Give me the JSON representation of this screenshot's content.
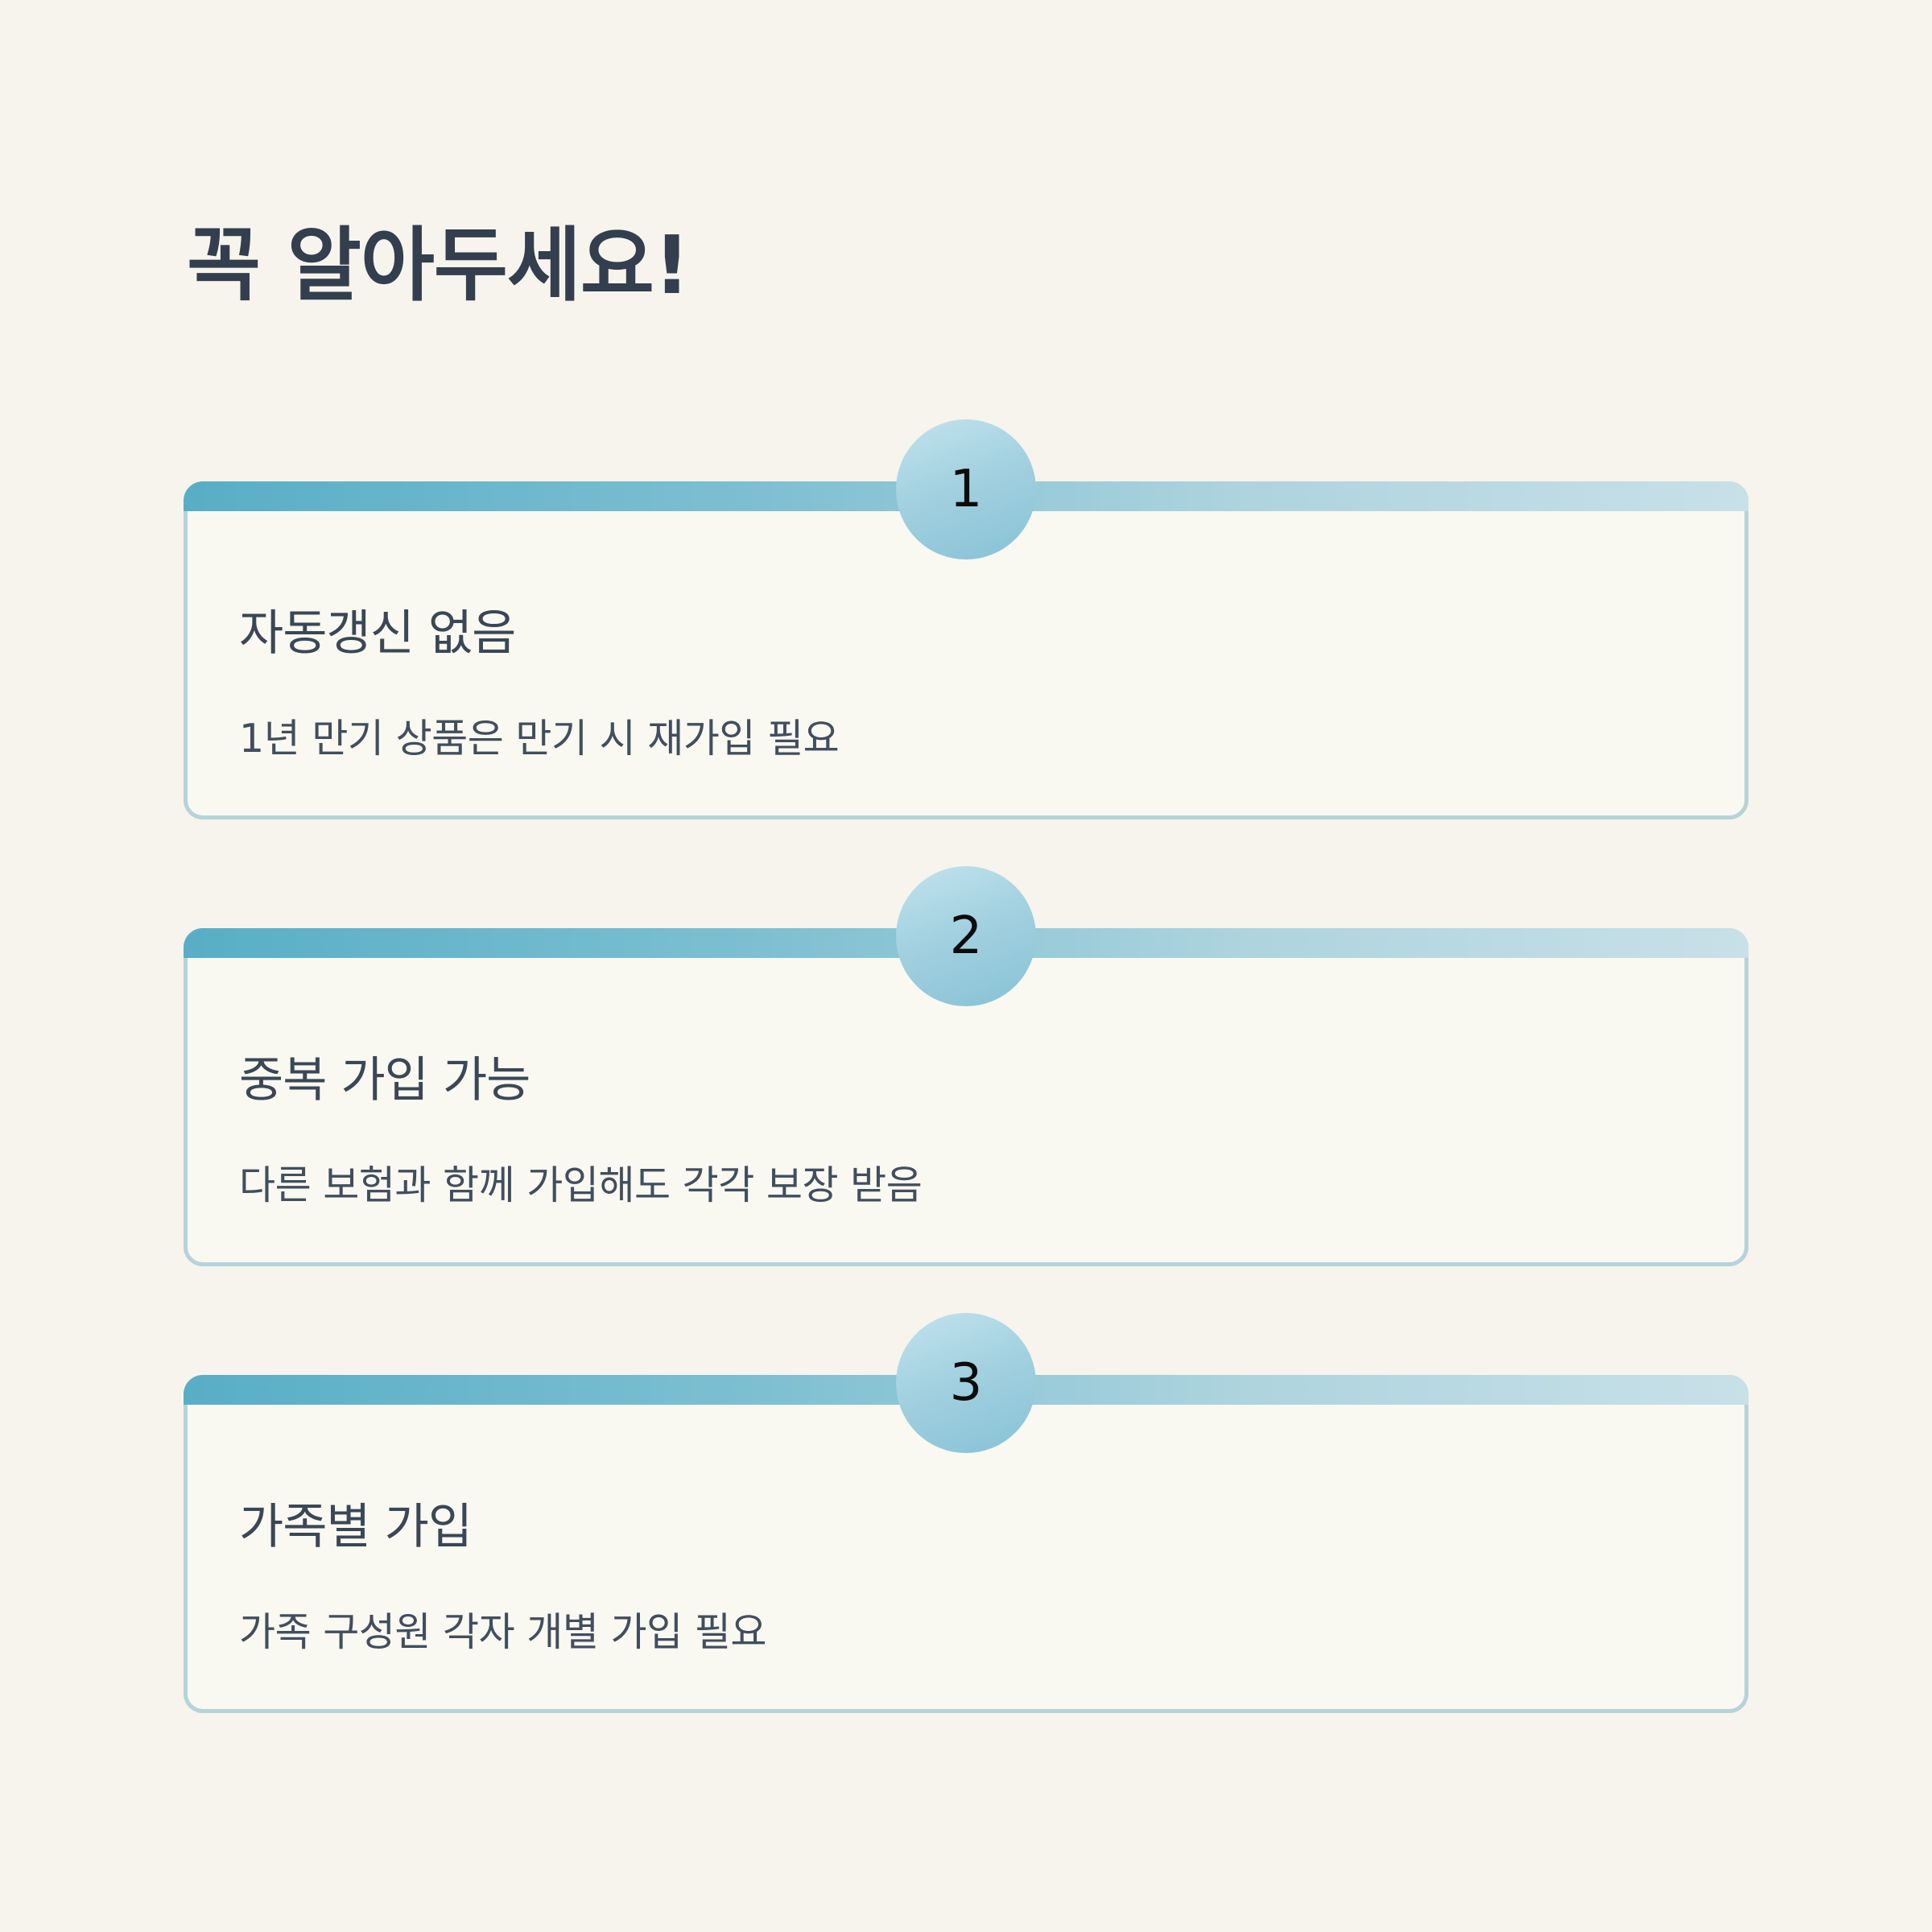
{
  "page": {
    "title": "꼭 알아두세요!"
  },
  "colors": {
    "page_background": "#f6f4ed",
    "card_background": "#f9f8f1",
    "card_border": "#b6d3da",
    "bar_gradient_start": "#58aec6",
    "bar_gradient_end": "#c8e0e8",
    "badge_gradient_start": "#badeea",
    "badge_gradient_end": "#8bc4d7",
    "title_text": "#333e4e",
    "card_title_text": "#3a4756",
    "card_desc_text": "#414e5e",
    "badge_number_text": "#0c0c0c"
  },
  "cards": [
    {
      "number": "1",
      "title": "자동갱신 없음",
      "description": "1년 만기 상품은 만기 시 재가입 필요"
    },
    {
      "number": "2",
      "title": "중복 가입 가능",
      "description": "다른 보험과 함께 가입해도 각각 보장 받음"
    },
    {
      "number": "3",
      "title": "가족별 가입",
      "description": "가족 구성원 각자 개별 가입 필요"
    }
  ]
}
